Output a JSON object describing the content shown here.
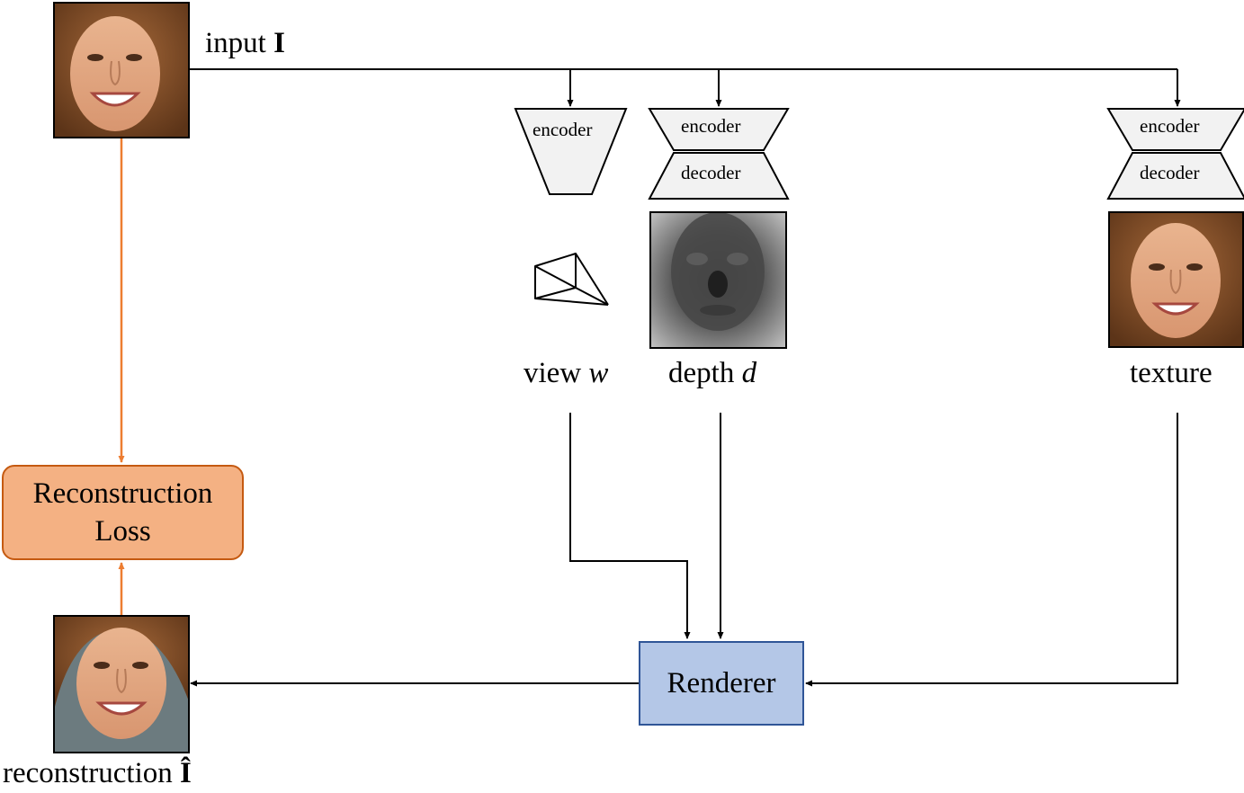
{
  "labels": {
    "input_prefix": "input ",
    "input_symbol": "I",
    "view_prefix": "view ",
    "view_symbol": "w",
    "depth_prefix": "depth ",
    "depth_symbol": "d",
    "texture": "texture",
    "reconstruction_prefix": "reconstruction ",
    "reconstruction_symbol": "Î"
  },
  "blocks": {
    "view_encoder": "encoder",
    "depth_encoder": "encoder",
    "depth_decoder": "decoder",
    "texture_encoder": "encoder",
    "texture_decoder": "decoder"
  },
  "boxes": {
    "loss_line1": "Reconstruction",
    "loss_line2": "Loss",
    "renderer": "Renderer"
  },
  "colors": {
    "loss_fill": "#f4b183",
    "loss_border": "#c55a11",
    "loss_arrow": "#ed7d31",
    "renderer_fill": "#b4c7e7",
    "renderer_border": "#2f5597",
    "block_fill": "#f2f2f2",
    "line": "#000000"
  }
}
